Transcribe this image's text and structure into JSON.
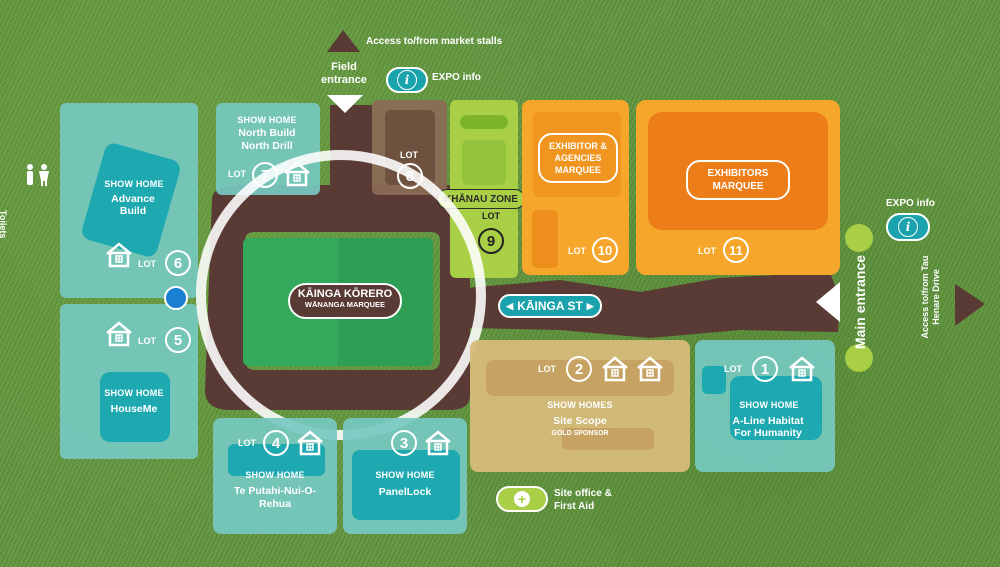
{
  "top_access": "Access to/from market stalls",
  "field_entrance": "Field entrance",
  "expo_info": "EXPO info",
  "toilets": "Toilets",
  "main_entrance": "Main entrance",
  "right_access": "Access to/from Tau Henare Drive",
  "street_label": "KĀINGA ST",
  "central": {
    "title": "KĀINGA KŌRERO",
    "subtitle": "WĀNANGA MARQUEE"
  },
  "khanau_zone": "KHĀNAU ZONE",
  "lot_word": "LOT",
  "show_home": "SHOW HOME",
  "show_homes": "SHOW HOMES",
  "lots": [
    {
      "number": "1",
      "title": "A-Line Habitat For Humanity"
    },
    {
      "number": "2",
      "title": "Site Scope",
      "subtitle": "GOLD SPONSOR"
    },
    {
      "number": "3",
      "title": "PanelLock"
    },
    {
      "number": "4",
      "title": "Te Putahi-Nui-O-Rehua"
    },
    {
      "number": "5",
      "title": "HouseMe"
    },
    {
      "number": "6",
      "title": "Advance Build"
    },
    {
      "number": "7",
      "title": "North Build North Drill"
    },
    {
      "number": "8"
    },
    {
      "number": "9"
    },
    {
      "number": "10",
      "title": "EXHIBITOR & AGENCIES MARQUEE"
    },
    {
      "number": "11",
      "title": "EXHIBITORS MARQUEE"
    }
  ],
  "site_office": "Site office & First Aid",
  "colors": {
    "grass": "#5f963a",
    "teal": "#63bfb7",
    "teal_dark": "#1aa3ad",
    "road": "#5a3a34",
    "orange": "#f6a62a",
    "orange_dark": "#e87e18",
    "lime": "#a8cf45",
    "sand": "#d7ba7a",
    "green_marquee": "#2f9e55"
  },
  "icons": [
    "toilet-icon",
    "info-icon",
    "house-icon",
    "tap-icon",
    "plus-icon",
    "arrow-icon"
  ]
}
